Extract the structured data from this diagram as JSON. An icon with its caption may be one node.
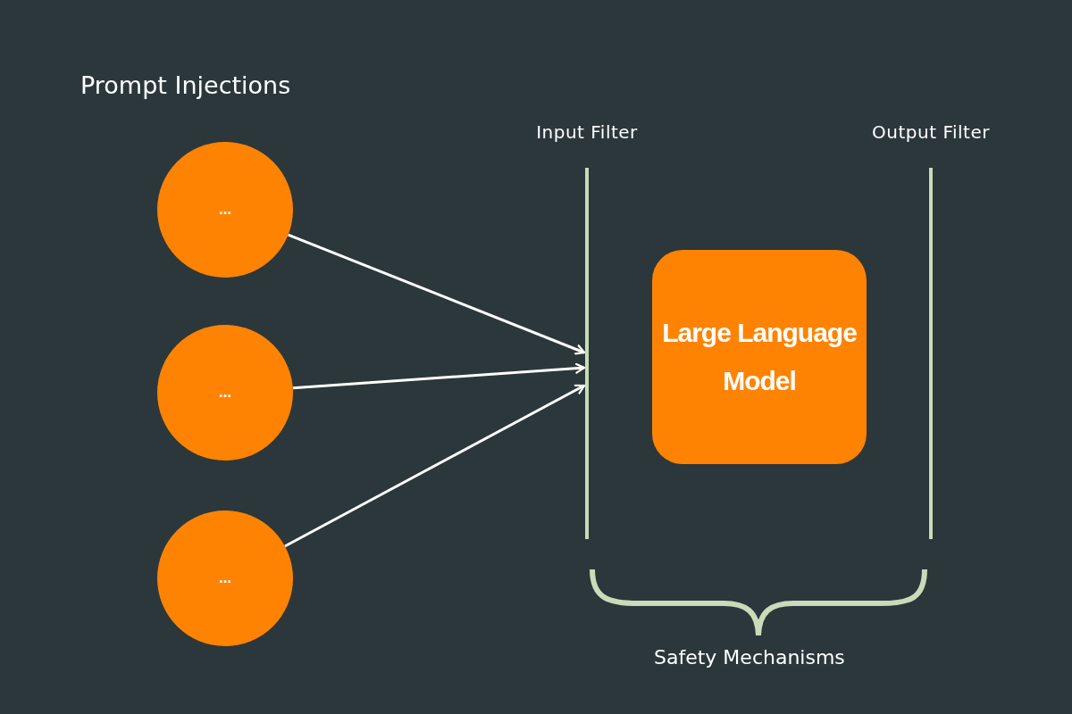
{
  "diagram": {
    "nodes": [
      {
        "text": [
          "…"
        ]
      },
      {
        "text": [
          "…"
        ]
      },
      {
        "text": [
          "…"
        ]
      },
      {
        "text": [
          "Input Filter"
        ]
      },
      {
        "text": [
          "Large Language Model"
        ]
      },
      {
        "text": [
          "Output Filter"
        ]
      }
    ],
    "edges": [
      {
        "from": 0,
        "to": 3,
        "arrow": "to"
      },
      {
        "from": 1,
        "to": 3,
        "arrow": "to"
      },
      {
        "from": 2,
        "to": 3,
        "arrow": "to"
      }
    ],
    "labels": [
      "Prompt Injections",
      "Safety Mechanisms"
    ]
  }
}
